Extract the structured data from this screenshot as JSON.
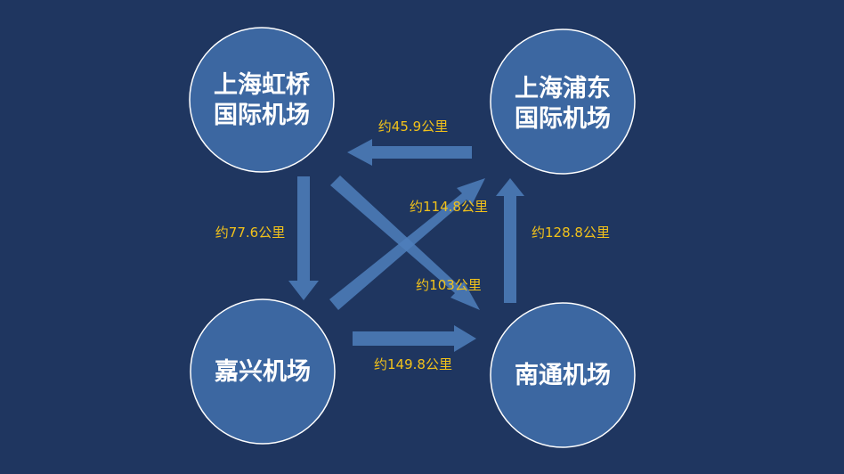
{
  "nodes": [
    {
      "id": "hongqiao",
      "line1": "上海虹桥",
      "line2": "国际机场"
    },
    {
      "id": "pudong",
      "line1": "上海浦东",
      "line2": "国际机场"
    },
    {
      "id": "jiaxing",
      "line1": "嘉兴机场",
      "line2": ""
    },
    {
      "id": "nantong",
      "line1": "南通机场",
      "line2": ""
    }
  ],
  "edges": [
    {
      "id": "pudong-to-hongqiao",
      "label": "约45.9公里"
    },
    {
      "id": "hongqiao-to-jiaxing",
      "label": "约77.6公里"
    },
    {
      "id": "jiaxing-to-pudong",
      "label": "约114.8公里"
    },
    {
      "id": "hongqiao-to-nantong",
      "label": "约103公里"
    },
    {
      "id": "nantong-to-pudong",
      "label": "约128.8公里"
    },
    {
      "id": "jiaxing-to-nantong",
      "label": "约149.8公里"
    }
  ],
  "colors": {
    "background": "#1f3660",
    "node_fill": "#3c67a1",
    "node_stroke": "#ffffff",
    "arrow": "#4f7fbc",
    "distance_text": "#f2c21a"
  }
}
